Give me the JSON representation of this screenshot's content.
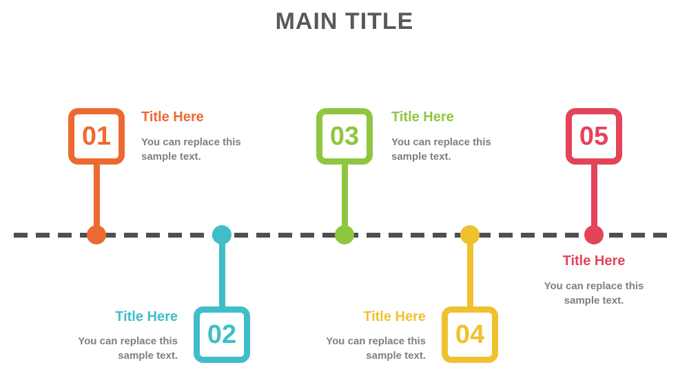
{
  "title": "MAIN TITLE",
  "colors": {
    "main_title_text": "#595959",
    "body_text": "#7f7f7f",
    "timeline_line": "#4f4f4f",
    "step1_accent": "#EC6A31",
    "step2_accent": "#3FBEC9",
    "step3_accent": "#8FC640",
    "step4_accent": "#F0C12F",
    "step5_accent": "#E3445A"
  },
  "items": [
    {
      "number": "01",
      "title": "Title Here",
      "body_lines": [
        "You can replace this",
        "sample text."
      ],
      "color": "#EC6A31"
    },
    {
      "number": "02",
      "title": "Title Here",
      "body_lines": [
        "You can replace this",
        "sample text."
      ],
      "color": "#3FBEC9"
    },
    {
      "number": "03",
      "title": "Title Here",
      "body_lines": [
        "You can replace this",
        "sample text."
      ],
      "color": "#8FC640"
    },
    {
      "number": "04",
      "title": "Title Here",
      "body_lines": [
        "You can replace this",
        "sample text."
      ],
      "color": "#F0C12F"
    },
    {
      "number": "05",
      "title": "Title Here",
      "body_lines": [
        "You can replace this",
        "sample text."
      ],
      "color": "#E3445A"
    }
  ]
}
